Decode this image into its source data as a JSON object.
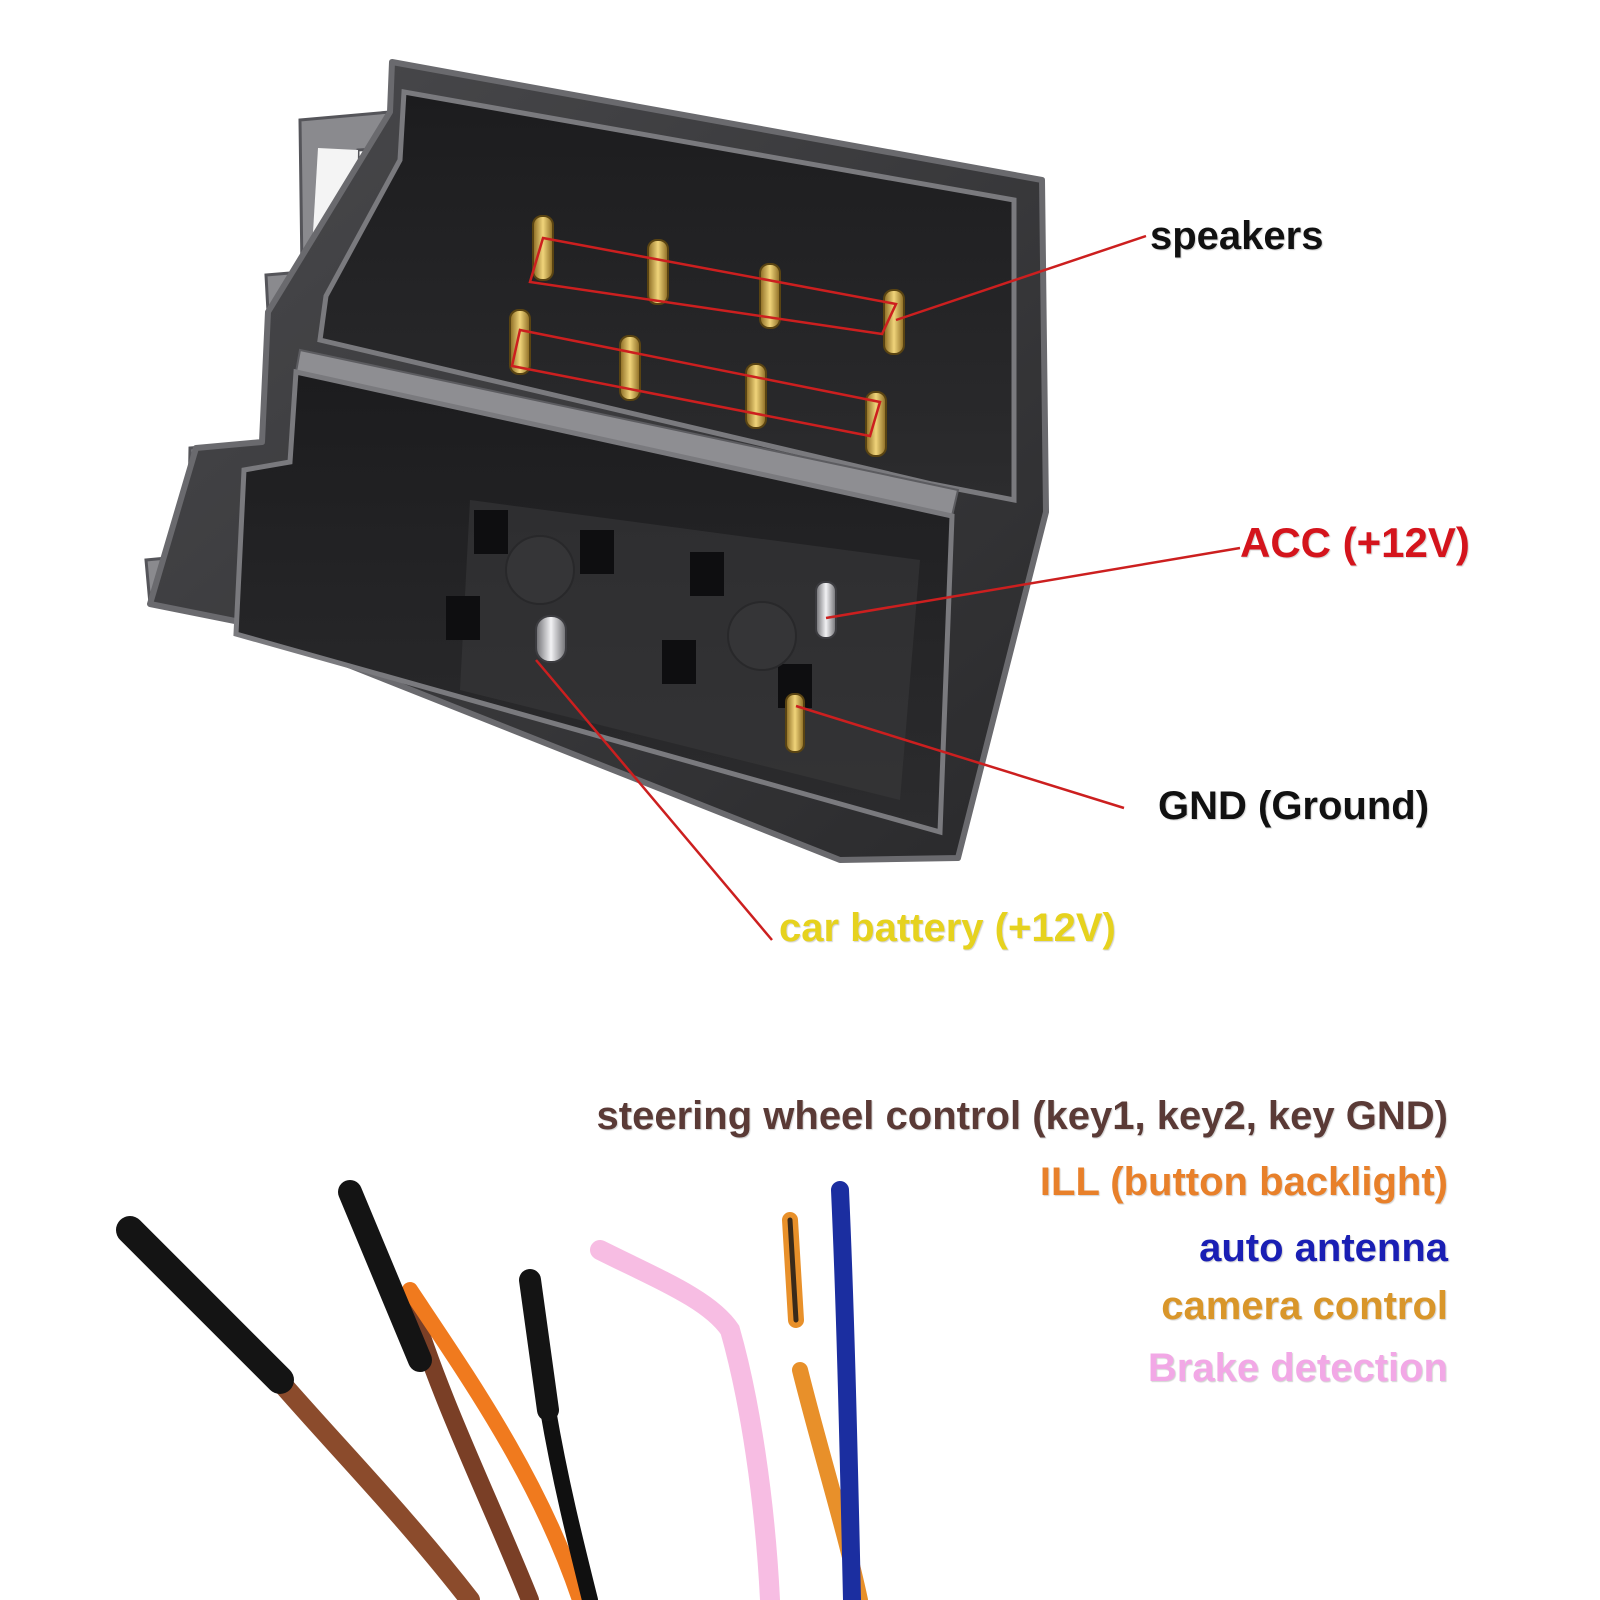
{
  "colors": {
    "speakers": "#111111",
    "acc": "#d4141c",
    "gnd": "#111111",
    "car_battery": "#e6d21e",
    "steering_wheel_control": "#5a3a36",
    "ill": "#e8802a",
    "auto_antenna": "#1a1fb4",
    "camera_control": "#d9962a",
    "brake_detection": "#f2a8e6",
    "leader_line": "#cc1f1f",
    "connector_body": "#3a3a3c",
    "connector_edge": "#7c7c80",
    "pin": "#c9a94a"
  },
  "connector_labels": {
    "speakers": "speakers",
    "acc": "ACC (+12V)",
    "gnd": "GND (Ground)",
    "car_battery": "car battery (+12V)"
  },
  "wire_labels": {
    "steering_wheel_control": "steering wheel control (key1, key2, key GND)",
    "ill": "ILL (button backlight)",
    "auto_antenna": "auto antenna",
    "camera_control": "camera control",
    "brake_detection": "Brake detection"
  }
}
